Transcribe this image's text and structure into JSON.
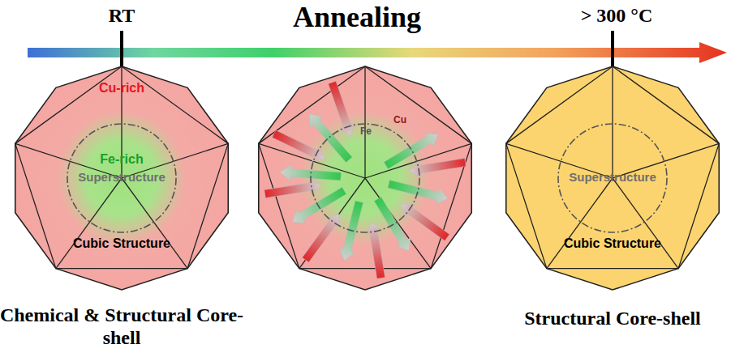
{
  "diagram": {
    "title": "Annealing",
    "nodes": [
      {
        "text": [
          "Cu-rich",
          "Cubic Structure",
          "Chemical & Structural Core-shell"
        ]
      },
      {
        "text": [
          "Fe-rich",
          "Superstructure"
        ],
        "in": 0
      },
      {
        "text": [
          "Cu"
        ]
      },
      {
        "text": [
          "Fe"
        ],
        "in": 2
      },
      {
        "text": [
          "Cubic Structure",
          "Structural Core-shell"
        ]
      },
      {
        "text": [
          "Superstructure"
        ],
        "in": 4
      }
    ],
    "labels": [
      "RT",
      "> 300 °C"
    ]
  }
}
